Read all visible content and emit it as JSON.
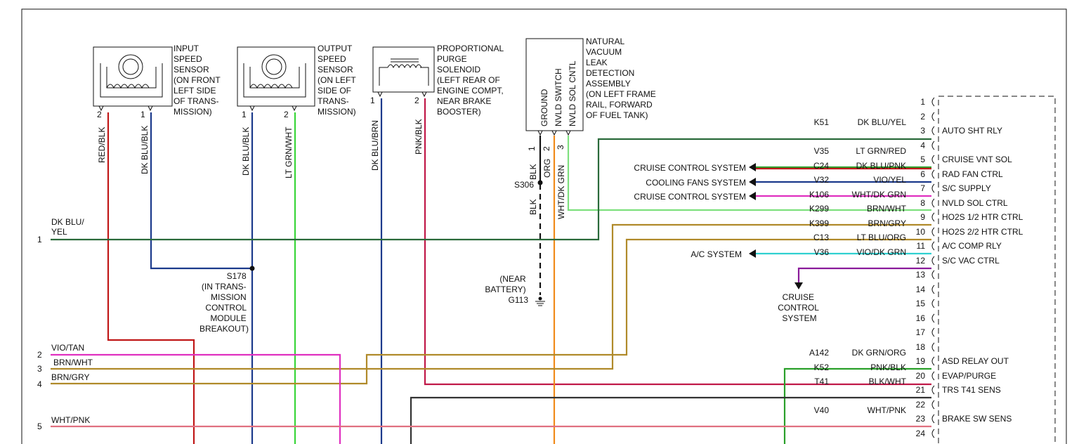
{
  "components": {
    "input_sensor": {
      "label": [
        "INPUT",
        "SPEED",
        "SENSOR",
        "(ON FRONT",
        "LEFT SIDE",
        "OF TRANS-",
        "MISSION)"
      ],
      "pins": [
        "2",
        "1"
      ]
    },
    "output_sensor": {
      "label": [
        "OUTPUT",
        "SPEED",
        "SENSOR",
        "(ON LEFT",
        "SIDE OF",
        "TRANS-",
        "MISSION)"
      ],
      "pins": [
        "1",
        "2"
      ]
    },
    "purge_solenoid": {
      "label": [
        "PROPORTIONAL",
        "PURGE",
        "SOLENOID",
        "(LEFT REAR OF",
        "ENGINE COMPT,",
        "NEAR BRAKE",
        "BOOSTER)"
      ],
      "pins": [
        "1",
        "2"
      ]
    },
    "nvld": {
      "label": [
        "NATURAL",
        "VACUUM",
        "LEAK",
        "DETECTION",
        "ASSEMBLY",
        "(ON LEFT FRAME",
        "RAIL, FORWARD",
        "OF FUEL TANK)"
      ],
      "internal": [
        "GROUND",
        "NVLD SWITCH",
        "NVLD SOL CNTL"
      ],
      "pins": [
        "1",
        "2",
        "3"
      ]
    }
  },
  "vertical_wire_labels": [
    "RED/BLK",
    "DK BLU/BLK",
    "DK BLU/BLK",
    "LT GRN/WHT",
    "DK BLU/BRN",
    "PNK/BLK",
    "BLK",
    "ORG",
    "BLK",
    "WHT/DK GRN"
  ],
  "splices": {
    "s178": [
      "S178",
      "(IN TRANS-",
      "MISSION",
      "CONTROL",
      "MODULE",
      "BREAKOUT)"
    ],
    "s306": "S306",
    "g113": [
      "(NEAR",
      "BATTERY)",
      "G113"
    ]
  },
  "left_connector": [
    {
      "pin": "1",
      "color_name": [
        "DK BLU/",
        "YEL"
      ]
    },
    {
      "pin": "2",
      "color_name": [
        "VIO/TAN"
      ]
    },
    {
      "pin": "3",
      "color_name": [
        "BRN/WHT"
      ]
    },
    {
      "pin": "4",
      "color_name": [
        "BRN/GRY"
      ]
    },
    {
      "pin": "5",
      "color_name": [
        "WHT/PNK"
      ]
    }
  ],
  "right_connector": [
    {
      "pin": "1",
      "circuit": "",
      "color": "",
      "function": ""
    },
    {
      "pin": "2",
      "circuit": "",
      "color": "",
      "function": ""
    },
    {
      "pin": "3",
      "circuit": "K51",
      "color": "DK BLU/YEL",
      "function": "AUTO SHT RLY"
    },
    {
      "pin": "4",
      "circuit": "",
      "color": "",
      "function": ""
    },
    {
      "pin": "5",
      "circuit": "",
      "color": "",
      "function": ""
    },
    {
      "pin": "5",
      "circuit": "V35",
      "color": "LT GRN/RED",
      "function": "CRUISE VNT SOL"
    },
    {
      "pin": "6",
      "circuit": "C24",
      "color": "DK BLU/PNK",
      "function": "RAD FAN CTRL"
    },
    {
      "pin": "7",
      "circuit": "V32",
      "color": "VIO/YEL",
      "function": "S/C SUPPLY"
    },
    {
      "pin": "8",
      "circuit": "K106",
      "color": "WHT/DK GRN",
      "function": "NVLD SOL CTRL"
    },
    {
      "pin": "9",
      "circuit": "K299",
      "color": "BRN/WHT",
      "function": "HO2S 1/2 HTR CTRL"
    },
    {
      "pin": "10",
      "circuit": "K399",
      "color": "BRN/GRY",
      "function": "HO2S 2/2 HTR CTRL"
    },
    {
      "pin": "11",
      "circuit": "C13",
      "color": "LT BLU/ORG",
      "function": "A/C COMP RLY"
    },
    {
      "pin": "12",
      "circuit": "V36",
      "color": "VIO/DK GRN",
      "function": "S/C VAC CTRL"
    },
    {
      "pin": "13",
      "circuit": "",
      "color": "",
      "function": ""
    },
    {
      "pin": "14",
      "circuit": "",
      "color": "",
      "function": ""
    },
    {
      "pin": "15",
      "circuit": "",
      "color": "",
      "function": ""
    },
    {
      "pin": "16",
      "circuit": "",
      "color": "",
      "function": ""
    },
    {
      "pin": "17",
      "circuit": "",
      "color": "",
      "function": ""
    },
    {
      "pin": "18",
      "circuit": "",
      "color": "",
      "function": ""
    },
    {
      "pin": "19",
      "circuit": "A142",
      "color": "DK GRN/ORG",
      "function": "ASD RELAY OUT"
    },
    {
      "pin": "20",
      "circuit": "K52",
      "color": "PNK/BLK",
      "function": "EVAP/PURGE"
    },
    {
      "pin": "21",
      "circuit": "T41",
      "color": "BLK/WHT",
      "function": "TRS T41 SENS"
    },
    {
      "pin": "22",
      "circuit": "",
      "color": "",
      "function": ""
    },
    {
      "pin": "23",
      "circuit": "V40",
      "color": "WHT/PNK",
      "function": "BRAKE SW SENS"
    },
    {
      "pin": "24",
      "circuit": "",
      "color": "",
      "function": ""
    }
  ],
  "system_arrows": [
    "CRUISE CONTROL SYSTEM",
    "COOLING FANS SYSTEM",
    "CRUISE CONTROL SYSTEM",
    "A/C SYSTEM"
  ],
  "cruise_down": [
    "CRUISE",
    "CONTROL",
    "SYSTEM"
  ],
  "colors": {
    "red_blk": "#c01818",
    "dk_blu": "#1c3a8c",
    "lt_grn": "#3ad63a",
    "pnk_blk": "#c01848",
    "org": "#f08a1a",
    "wht_dk_grn": "#7ee07e",
    "dk_grn": "#2a6a3a",
    "brn": "#b08a2a",
    "vio": "#8a1a9a",
    "magenta": "#e030c0",
    "lt_blu": "#30d0d0",
    "pink": "#e07080",
    "grn": "#2aa02a",
    "black": "#111111"
  }
}
